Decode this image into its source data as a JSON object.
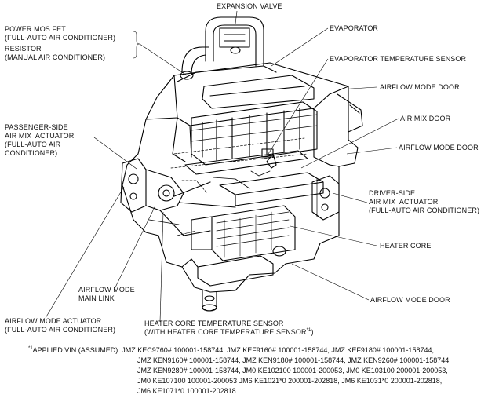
{
  "labels": {
    "expansion_valve": "EXPANSION VALVE",
    "power_mos_fet": "POWER MOS FET",
    "power_mos_fet_note": "(FULL-AUTO AIR CONDITIONER)",
    "resistor": "RESISTOR",
    "resistor_note": "(MANUAL AIR CONDITIONER)",
    "evaporator": "EVAPORATOR",
    "evaporator_temp_sensor": "EVAPORATOR TEMPERATURE SENSOR",
    "airflow_mode_door_1": "AIRFLOW MODE DOOR",
    "air_mix_door": "AIR MIX DOOR",
    "airflow_mode_door_2": "AIRFLOW MODE DOOR",
    "passenger_actuator_1": "PASSENGER-SIDE",
    "passenger_actuator_2": "AIR MIX  ACTUATOR",
    "passenger_actuator_3": "(FULL-AUTO AIR",
    "passenger_actuator_4": "CONDITIONER)",
    "driver_actuator_1": "DRIVER-SIDE",
    "driver_actuator_2": "AIR MIX  ACTUATOR",
    "driver_actuator_3": "(FULL-AUTO AIR CONDITIONER)",
    "heater_core": "HEATER CORE",
    "airflow_mode_door_3": "AIRFLOW MODE DOOR",
    "airflow_main_link_1": "AIRFLOW MODE",
    "airflow_main_link_2": "MAIN LINK",
    "airflow_actuator_1": "AIRFLOW MODE ACTUATOR",
    "airflow_actuator_2": "(FULL-AUTO AIR CONDITIONER)",
    "heater_core_sensor_1": "HEATER CORE TEMPERATURE SENSOR",
    "heater_core_sensor_2": "(WITH HEATER CORE TEMPERATURE SENSOR",
    "heater_core_sensor_sup": "*1",
    "heater_core_sensor_close": ")"
  },
  "footnote": {
    "marker": "*1",
    "lead": "APPLIED VIN (ASSUMED): ",
    "line1": "JMZ KEC9760# 100001-158744, JMZ KEF9160# 100001-158744, JMZ KEF9180# 100001-158744,",
    "line2": "JMZ KEN9160# 100001-158744, JMZ KEN9180# 100001-158744, JMZ KEN9260# 100001-158744,",
    "line3": "JMZ KEN9280# 100001-158744, JM0 KE102100 100001-200053, JM0 KE103100 200001-200053,",
    "line4": "JM0 KE107100 100001-200053 JM6 KE1021*0 200001-202818, JM6 KE1031*0 200001-202818,",
    "line5": "JM6 KE1071*0 100001-202818"
  }
}
